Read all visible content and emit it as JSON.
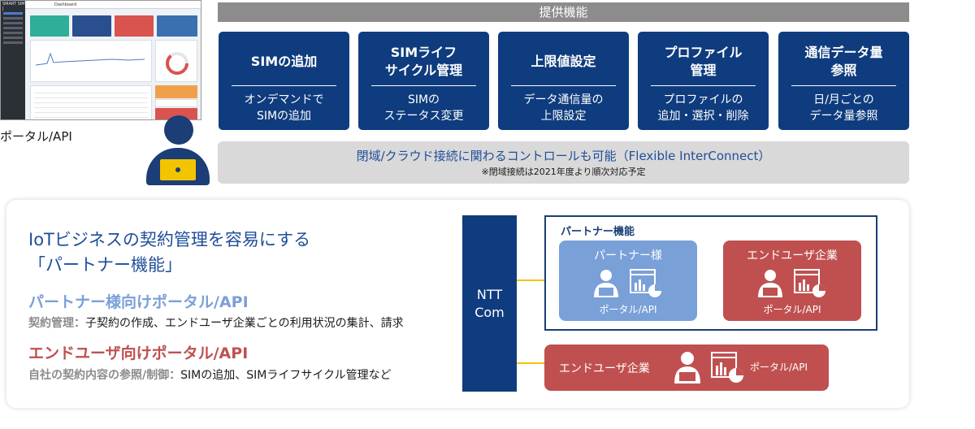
{
  "screenshot": {
    "brand": "SMART SIM | ",
    "page_title": "Dashboard"
  },
  "portal_label": "ポータル/API",
  "features": {
    "header": "提供機能",
    "items": [
      {
        "title": "SIMの追加",
        "desc": "オンデマンドで\nSIMの追加"
      },
      {
        "title": "SIMライフ\nサイクル管理",
        "desc": "SIMの\nステータス変更"
      },
      {
        "title": "上限値設定",
        "desc": "データ通信量の\n上限設定"
      },
      {
        "title": "プロファイル\n管理",
        "desc": "プロファイルの\n追加・選択・削除"
      },
      {
        "title": "通信データ量\n参照",
        "desc": "日/月ごとの\nデータ量参照"
      }
    ],
    "closed_main": "閉域/クラウド接続に関わるコントロールも可能（Flexible InterConnect）",
    "closed_note": "※閉域接続は2021年度より順次対応予定"
  },
  "bottom": {
    "title_line1": "IoTビジネスの契約管理を容易にする",
    "title_line2": "「パートナー機能」",
    "partner_heading": "パートナー様向けポータル/API",
    "partner_desc_label": "契約管理：",
    "partner_desc_text": "子契約の作成、エンドユーザ企業ごとの利用状況の集計、請求",
    "user_heading": "エンドユーザ向けポータル/API",
    "user_desc_label": "自社の契約内容の参照/制御：",
    "user_desc_text": "SIMの追加、SIMライフサイクル管理など"
  },
  "diagram": {
    "ntt": "NTT\nCom",
    "partner_frame_label": "パートナー機能",
    "partner_box_title": "パートナー様",
    "partner_box_sub": "ポータル/API",
    "enduser_box_title": "エンドユーザ企業",
    "enduser_box_sub": "ポータル/API",
    "enduser2_title": "エンドユーザ企業",
    "enduser2_sub": "ポータル/API"
  },
  "colors": {
    "navy": "#0f3c7e",
    "partner_blue": "#7aa0d8",
    "enduser_red": "#c05050",
    "connector_yellow": "#f2c500",
    "header_gray": "#8c8c8c"
  }
}
